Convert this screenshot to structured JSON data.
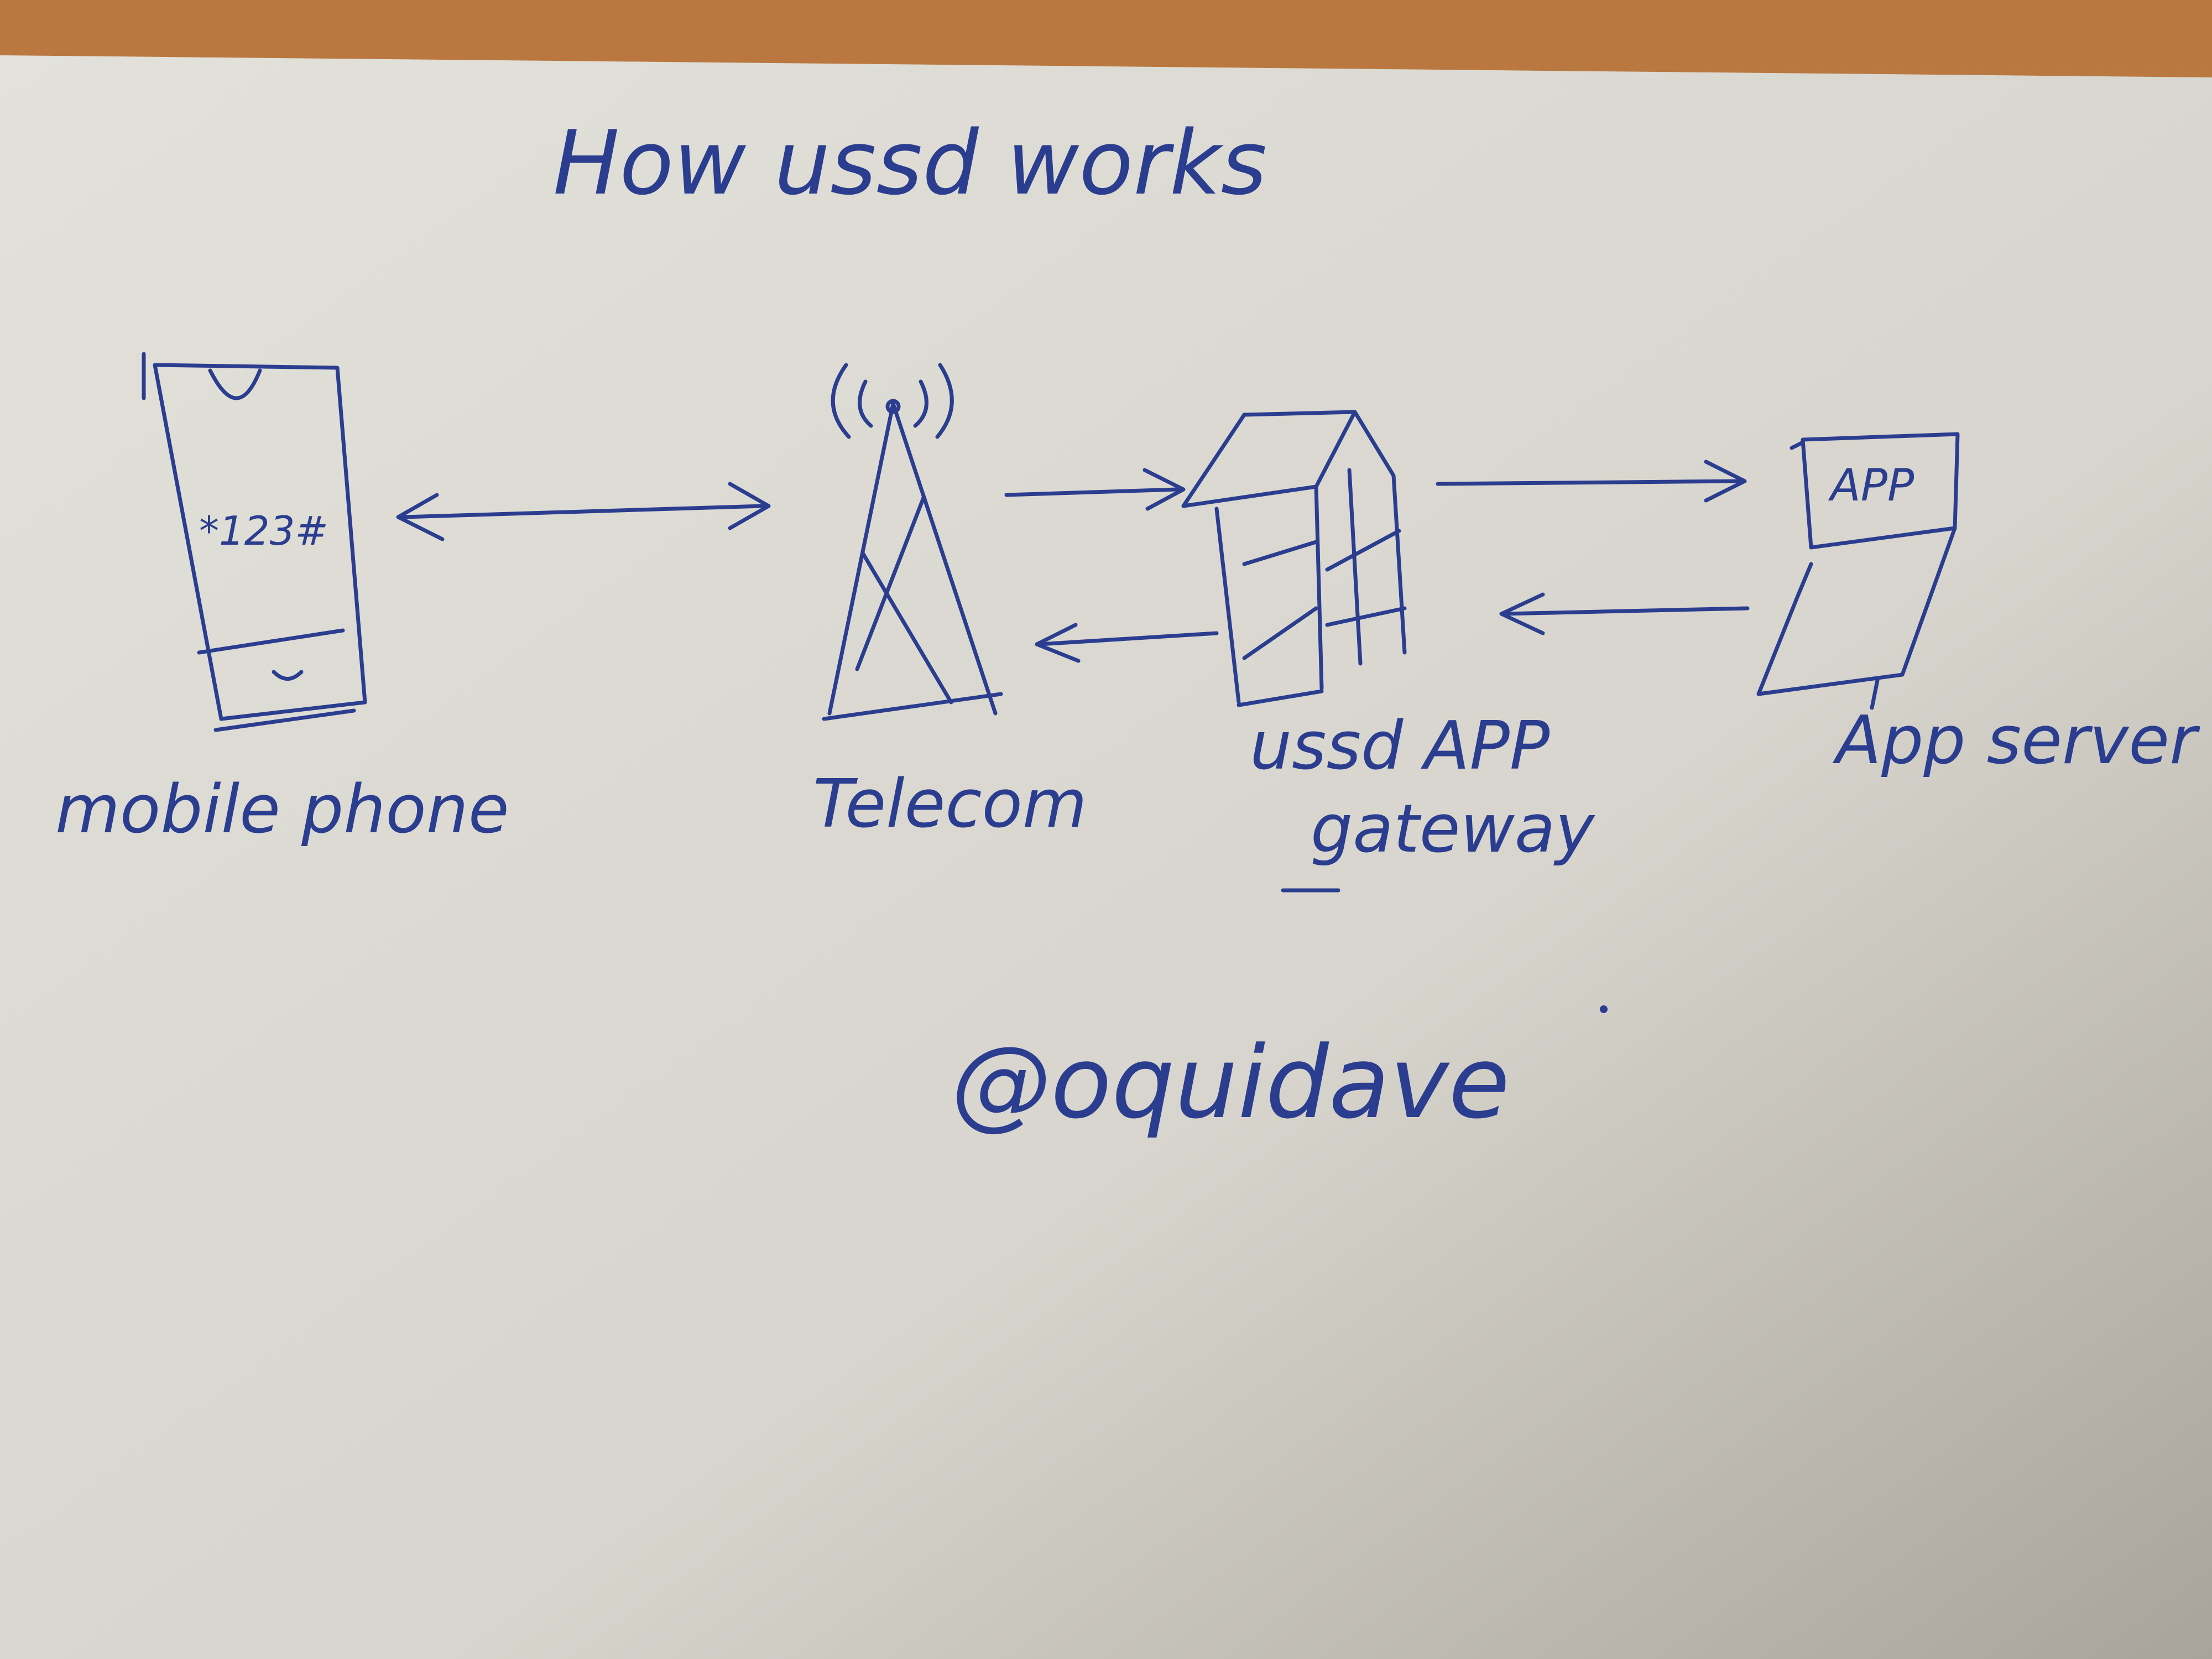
{
  "title": "How ussd works",
  "nodes": [
    {
      "label": "mobile phone",
      "screen_text": "*123#"
    },
    {
      "label": "Telecom"
    },
    {
      "label_line1": "ussd APP",
      "label_line2": "gateway"
    },
    {
      "label": "App server",
      "screen_text": "APP"
    }
  ],
  "signature": "@oquidave",
  "colors": {
    "ink": "#2b3d8f",
    "paper": "#dfddd5",
    "table": "#c78a52"
  }
}
